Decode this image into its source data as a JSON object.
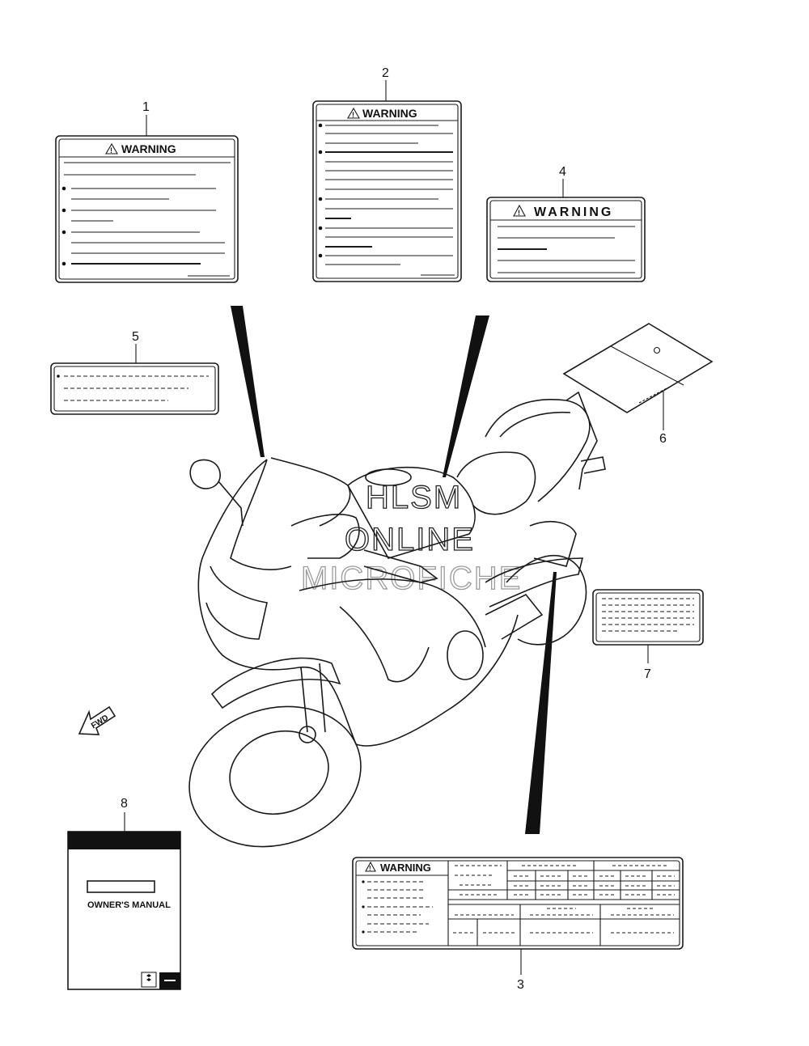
{
  "callouts": [
    {
      "id": "1",
      "label": "1"
    },
    {
      "id": "2",
      "label": "2"
    },
    {
      "id": "3",
      "label": "3"
    },
    {
      "id": "4",
      "label": "4"
    },
    {
      "id": "5",
      "label": "5"
    },
    {
      "id": "6",
      "label": "6"
    },
    {
      "id": "7",
      "label": "7"
    },
    {
      "id": "8",
      "label": "8"
    }
  ],
  "labels": {
    "warning_1": "WARNING",
    "warning_2": "WARNING",
    "warning_3": "WARNING",
    "warning_4": "WARNING",
    "warning_symbol": "!"
  },
  "manual": {
    "title": "OWNER'S MANUAL"
  },
  "direction": {
    "text": "FWD"
  },
  "watermark": {
    "line1": "HLSM",
    "line2": "ONLINE",
    "line3": "MICROFICHE"
  }
}
